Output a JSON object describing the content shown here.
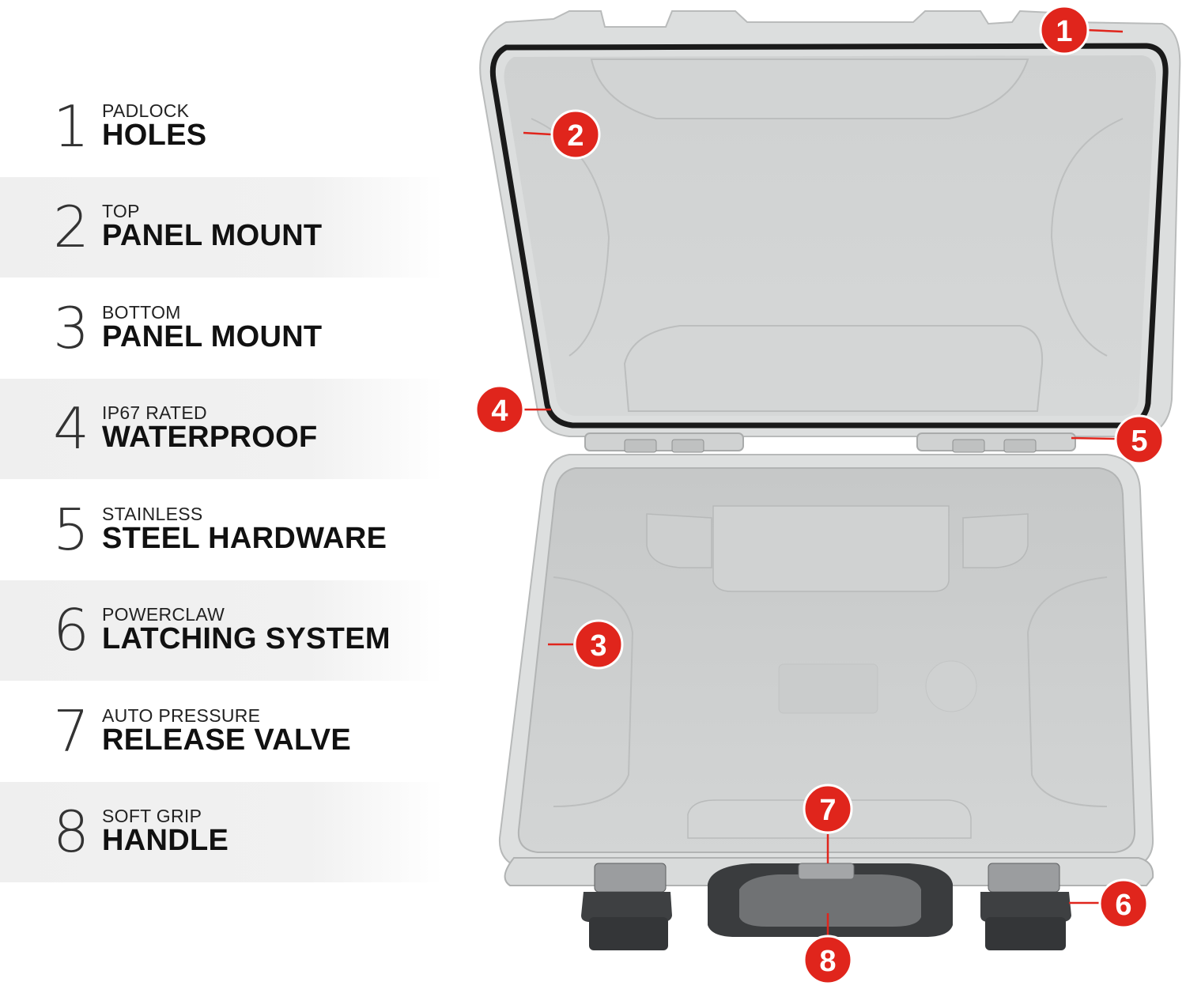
{
  "features": [
    {
      "number": "1",
      "top": "PADLOCK",
      "main": "HOLES"
    },
    {
      "number": "2",
      "top": "TOP",
      "main": "PANEL MOUNT"
    },
    {
      "number": "3",
      "top": "BOTTOM",
      "main": "PANEL MOUNT"
    },
    {
      "number": "4",
      "top": "IP67 RATED",
      "main": "WATERPROOF"
    },
    {
      "number": "5",
      "top": "STAINLESS",
      "main": "STEEL HARDWARE"
    },
    {
      "number": "6",
      "top": "POWERCLAW",
      "main": "LATCHING SYSTEM"
    },
    {
      "number": "7",
      "top": "AUTO PRESSURE",
      "main": "RELEASE VALVE"
    },
    {
      "number": "8",
      "top": "SOFT GRIP",
      "main": "HANDLE"
    }
  ],
  "callouts": [
    "1",
    "2",
    "3",
    "4",
    "5",
    "6",
    "7",
    "8"
  ],
  "colors": {
    "callout": "#e0251c",
    "case_shell": "#d9dbdb",
    "case_inner": "#c9cbcb",
    "gasket": "#1a1a1a",
    "latch": "#3a3a3a"
  }
}
